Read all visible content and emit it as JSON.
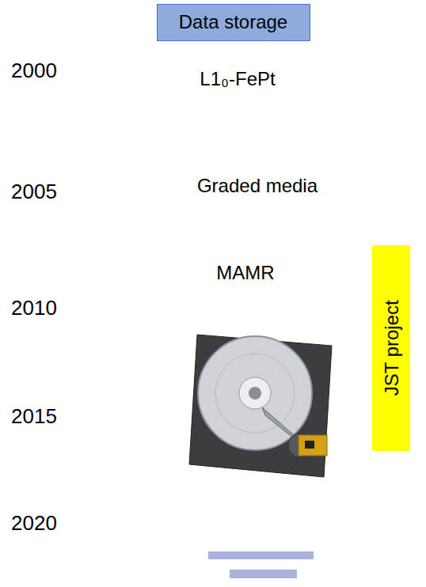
{
  "diagram": {
    "nodes": [
      {
        "text": [
          "Data storage"
        ]
      },
      {
        "text": [
          "L1₀-FePt",
          "Graded media",
          "MAMR"
        ]
      },
      {
        "text": [
          "JST project"
        ]
      }
    ],
    "labels": [
      "2000",
      "2005",
      "2010",
      "2015",
      "2020"
    ]
  }
}
